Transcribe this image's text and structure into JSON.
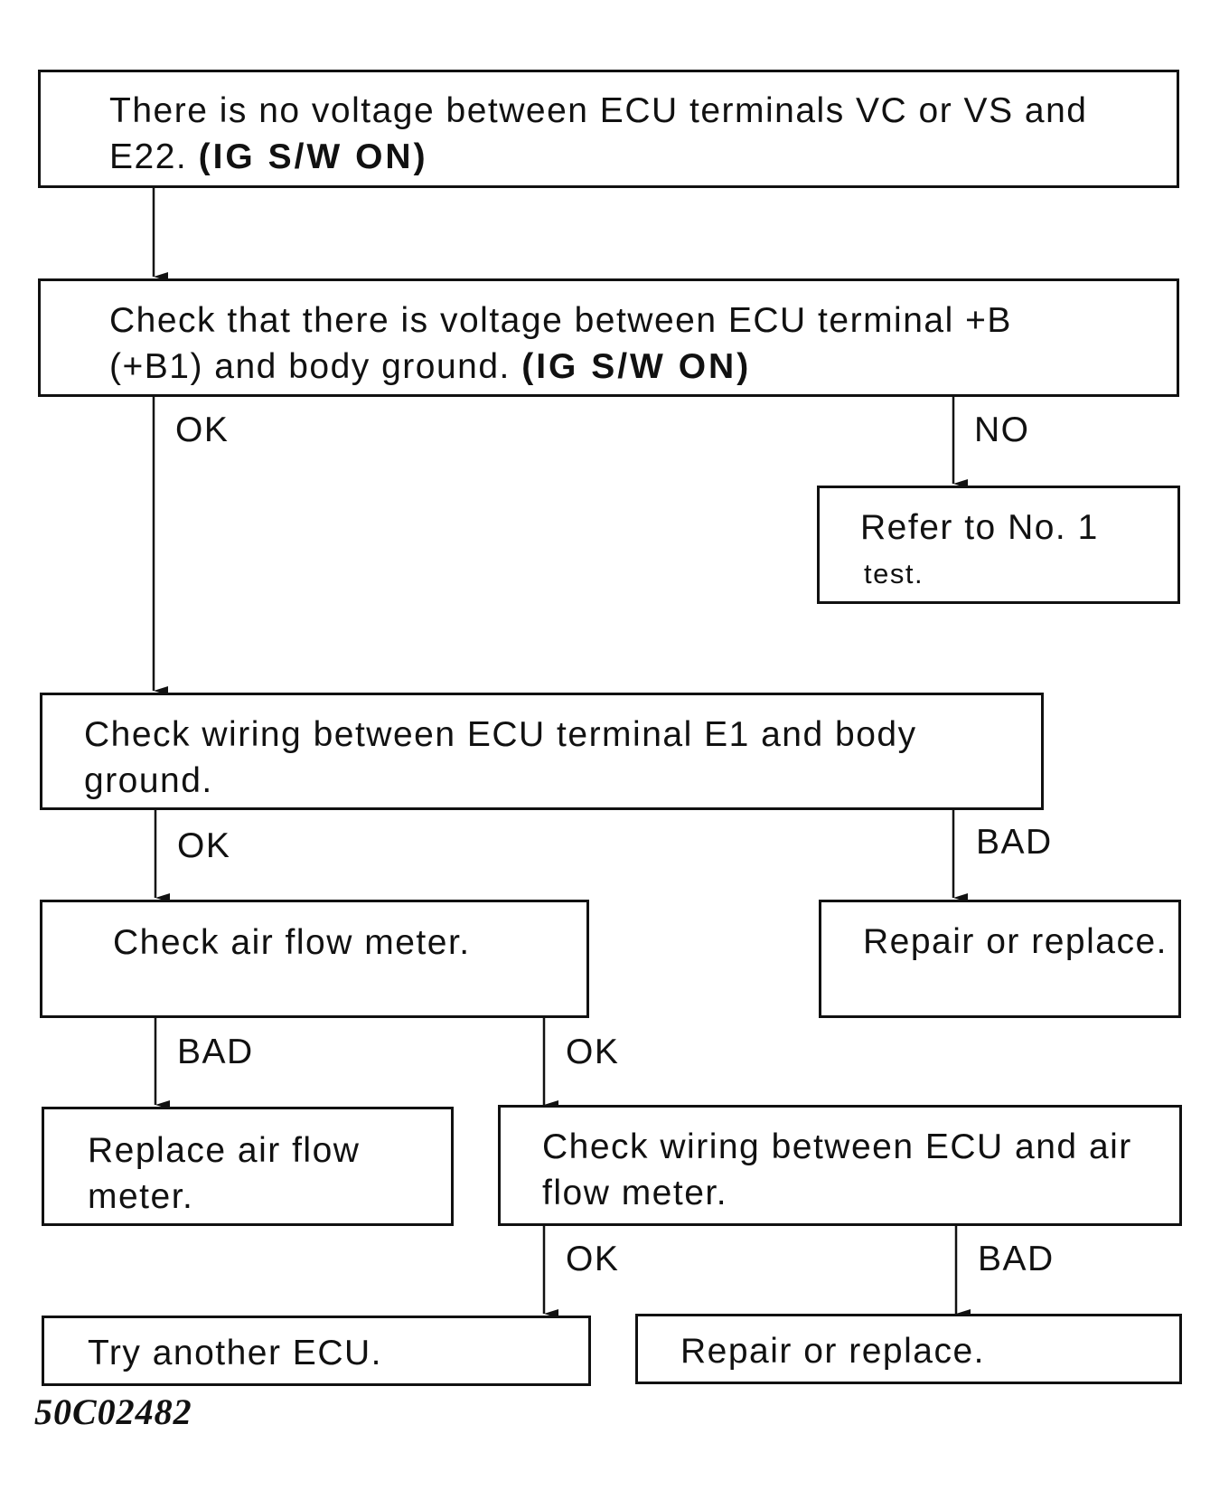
{
  "boxes": {
    "start": {
      "line1": "There is no voltage between ECU terminals VC or VS and",
      "line2": "E22.",
      "cond": "(IG S/W ON)"
    },
    "check_b": {
      "line1": "Check that there is voltage between ECU terminal +B",
      "line2": "(+B1) and body ground.",
      "cond": "(IG S/W ON)"
    },
    "refer": {
      "line1": "Refer to No. 1",
      "line2": "test."
    },
    "check_e1": {
      "line1": "Check wiring between ECU terminal E1 and body",
      "line2": "ground."
    },
    "repair1": {
      "text": "Repair or replace."
    },
    "check_afm": {
      "text": "Check air flow meter."
    },
    "replace_afm": {
      "line1": "Replace air flow",
      "line2": "meter."
    },
    "check_wiring_afm": {
      "line1": "Check wiring between ECU and air",
      "line2": "flow meter."
    },
    "try_ecu": {
      "text": "Try another ECU."
    },
    "repair2": {
      "text": "Repair or replace."
    }
  },
  "labels": {
    "ok1": "OK",
    "no1": "NO",
    "ok2": "OK",
    "bad1": "BAD",
    "bad2": "BAD",
    "ok3": "OK",
    "ok4": "OK",
    "bad3": "BAD"
  },
  "figure_id": "50C02482"
}
